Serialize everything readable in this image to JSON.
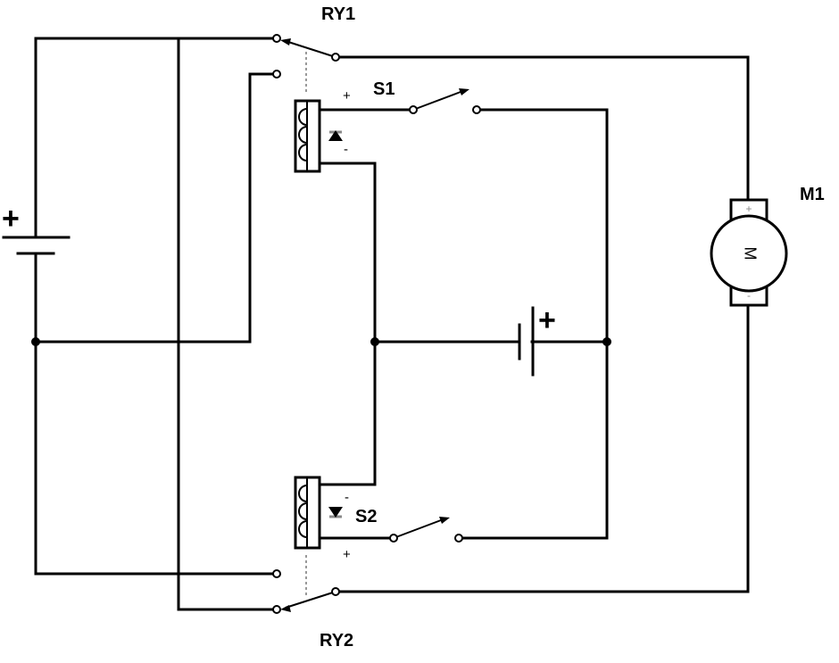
{
  "labels": {
    "relay_top": "RY1",
    "relay_bottom": "RY2",
    "switch_top": "S1",
    "switch_bottom": "S2",
    "motor": "M1",
    "motor_symbol": "M"
  },
  "signs": {
    "plus": "+",
    "minus": "-"
  }
}
